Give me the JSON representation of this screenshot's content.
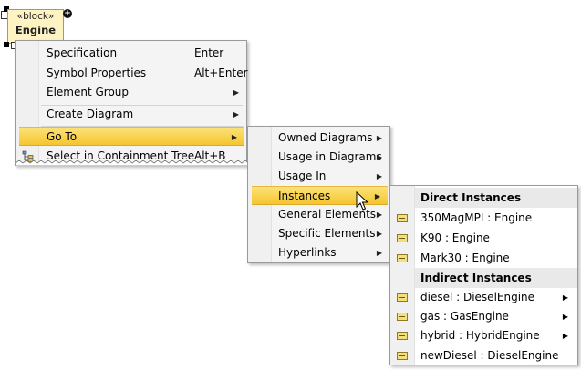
{
  "diagram": {
    "block_stereotype": "«block»",
    "block_name": "Engine"
  },
  "menu1": {
    "items": [
      {
        "label": "Specification",
        "shortcut": "Enter"
      },
      {
        "label": "Symbol Properties",
        "shortcut": "Alt+Enter"
      },
      {
        "label": "Element Group"
      },
      {
        "label": "Create Diagram"
      },
      {
        "label": "Go To"
      },
      {
        "label": "Select in Containment Tree",
        "shortcut": "Alt+B"
      }
    ]
  },
  "menu2": {
    "items": [
      {
        "label": "Owned Diagrams"
      },
      {
        "label": "Usage in Diagrams"
      },
      {
        "label": "Usage In"
      },
      {
        "label": "Instances"
      },
      {
        "label": "General Elements"
      },
      {
        "label": "Specific Elements"
      },
      {
        "label": "Hyperlinks"
      }
    ]
  },
  "instances": {
    "direct_header": "Direct Instances",
    "direct": [
      "350MagMPI : Engine",
      "K90 : Engine",
      "Mark30 : Engine"
    ],
    "indirect_header": "Indirect Instances",
    "indirect": [
      "diesel : DieselEngine",
      "gas : GasEngine",
      "hybrid : HybridEngine",
      "newDiesel : DieselEngine"
    ]
  },
  "icons": {
    "submenu": "triangle-right-icon",
    "instance": "instance-specification-icon",
    "containment_tree": "containment-tree-icon"
  },
  "colors": {
    "highlight": "#f6c52e",
    "block_fill": "#fdf3c3"
  }
}
